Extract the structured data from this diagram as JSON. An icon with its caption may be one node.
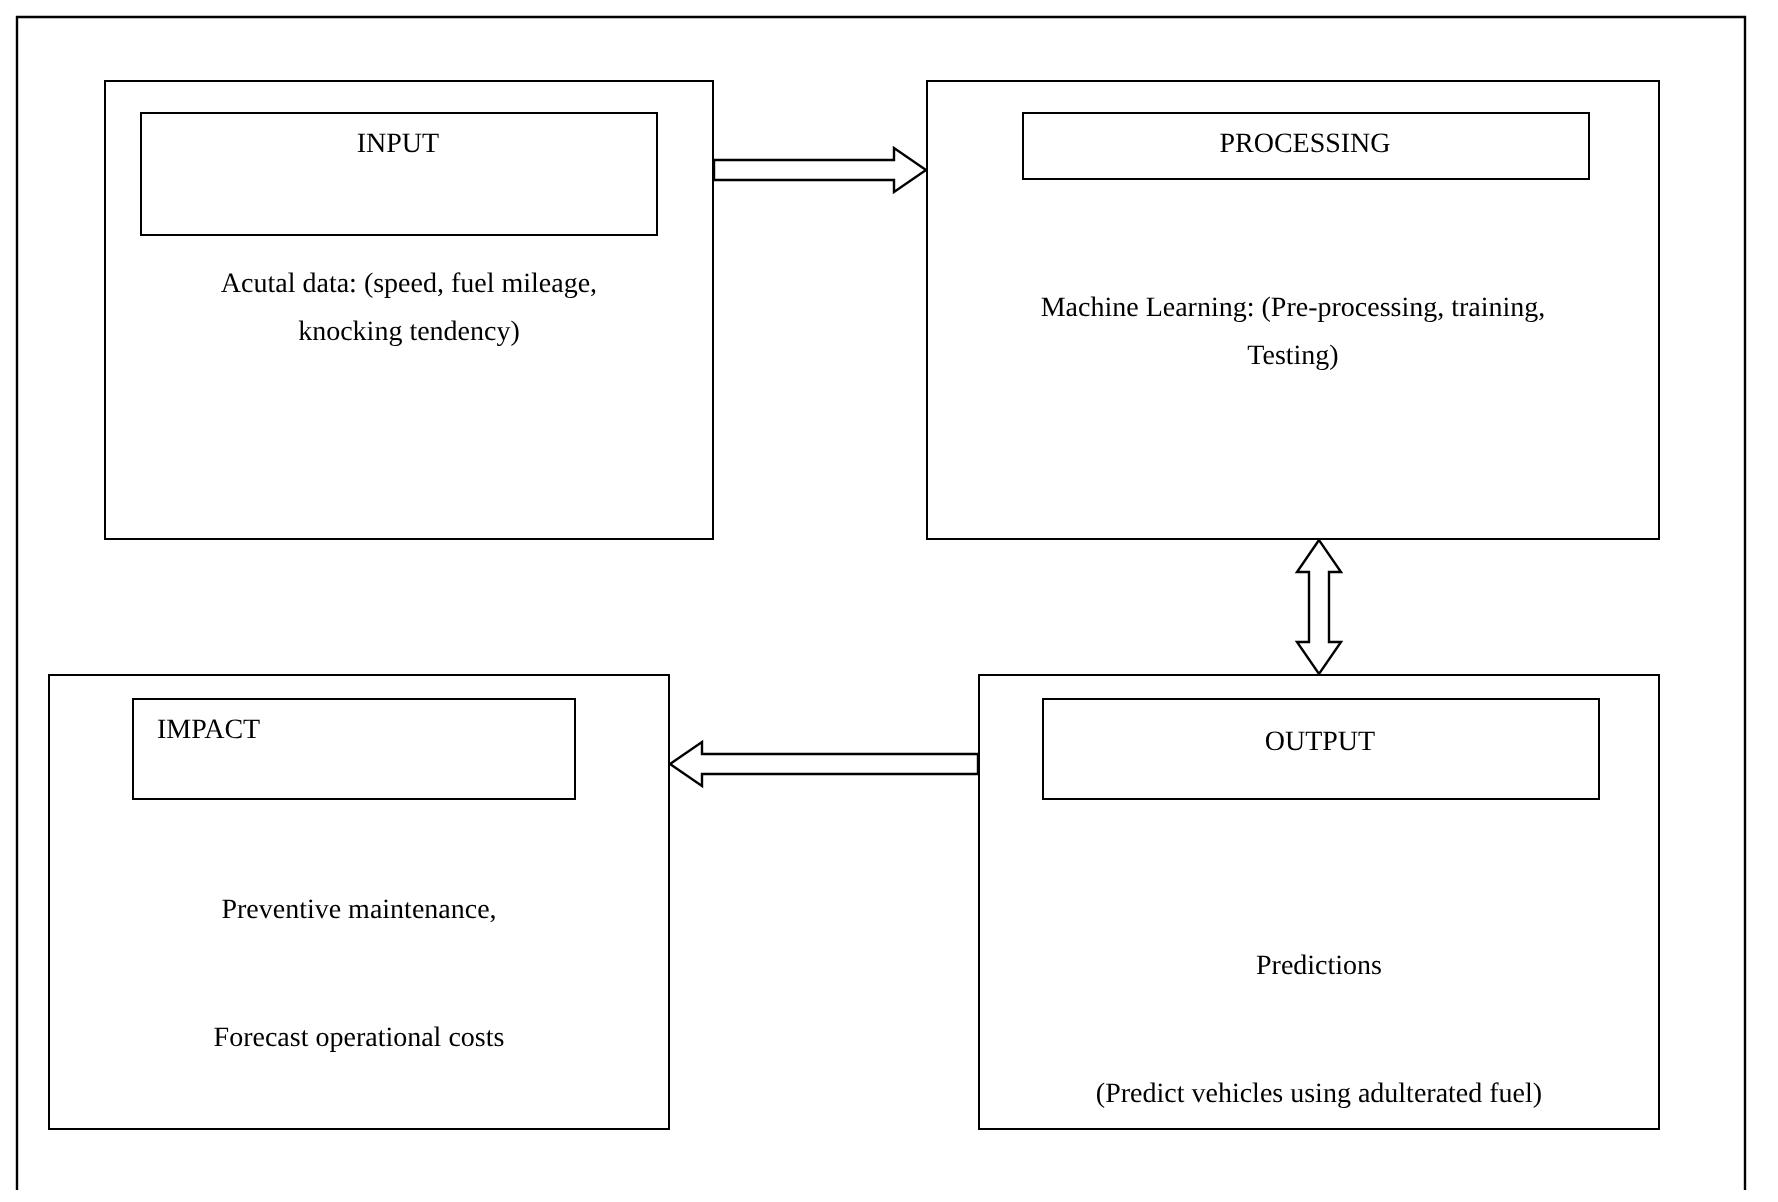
{
  "diagram": {
    "nodes": [
      {
        "text": [
          "Acutal data: (speed, fuel mileage, knocking tendency)"
        ]
      },
      {
        "text": [
          "INPUT"
        ],
        "in": 0
      },
      {
        "text": [
          "Machine Learning: (Pre-processing, training, Testing)"
        ]
      },
      {
        "text": [
          "PROCESSING"
        ],
        "in": 2
      },
      {
        "text": [
          "Preventive maintenance,",
          "Forecast operational costs"
        ]
      },
      {
        "text": [
          "IMPACT"
        ],
        "in": 4
      },
      {
        "text": [
          "Predictions",
          "(Predict vehicles using adulterated fuel)"
        ]
      },
      {
        "text": [
          "OUTPUT"
        ],
        "in": 6
      }
    ],
    "edges": [
      {
        "from": 0,
        "to": 2,
        "arrow": "to"
      },
      {
        "from": 2,
        "to": 6,
        "arrow": "both"
      },
      {
        "from": 6,
        "to": 4,
        "arrow": "to"
      }
    ]
  }
}
